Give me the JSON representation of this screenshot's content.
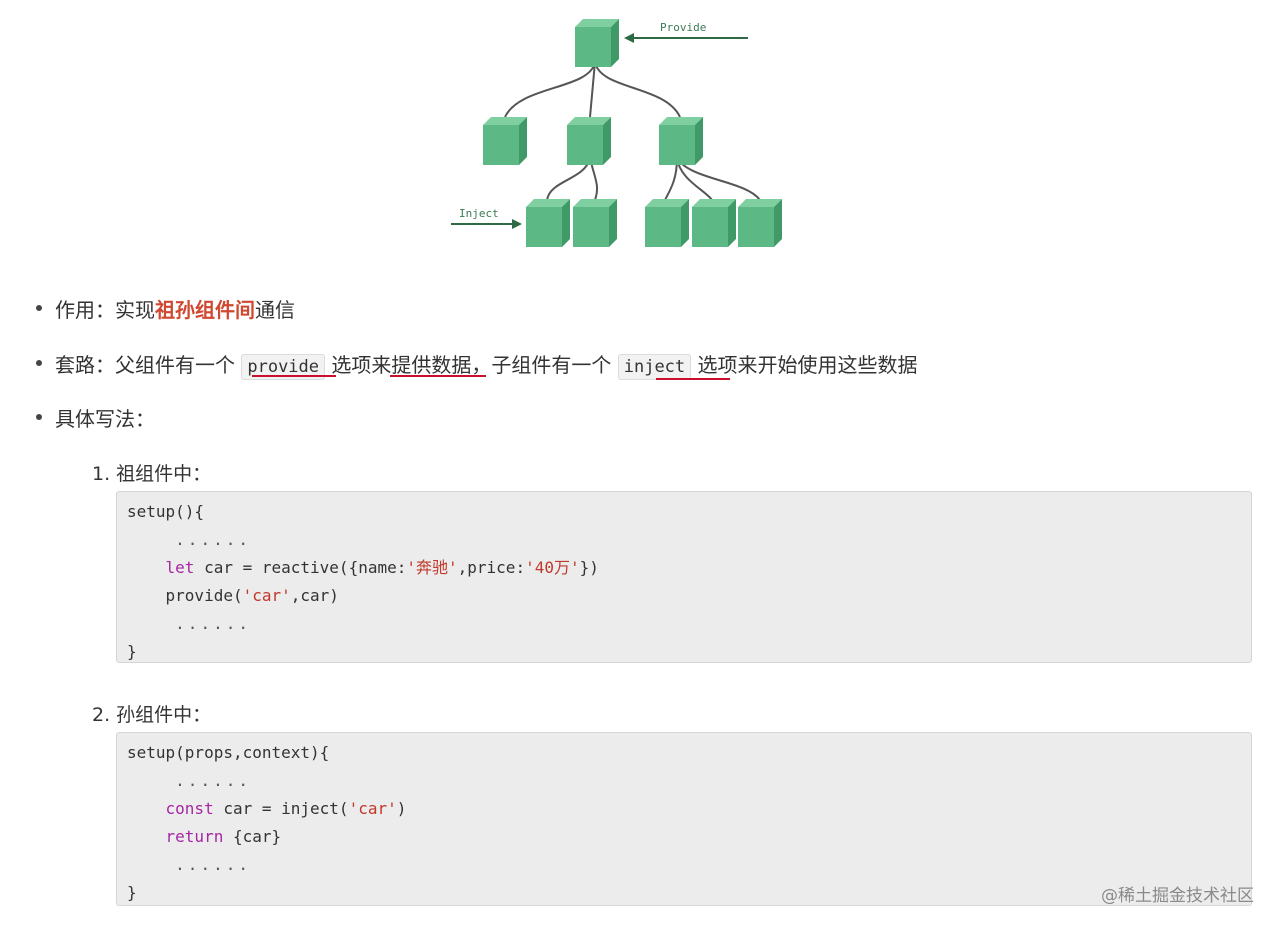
{
  "diagram": {
    "provide_label": "Provide",
    "inject_label": "Inject",
    "node_color": "#5cb885"
  },
  "bullets": [
    {
      "prefix": "作用：实现",
      "highlight": "祖孙组件间",
      "suffix": "通信"
    },
    {
      "t1": "套路：父组件有一个",
      "code1": "provide",
      "t2": "选项来提供数据，子组件有一个",
      "code2": "inject",
      "t3": "选项来开始使用这些数据"
    },
    {
      "text": "具体写法："
    }
  ],
  "steps": [
    {
      "label": "1. 祖组件中：",
      "code": {
        "l1": "setup(){",
        "l2": "......",
        "l3_kw": "let",
        "l3_a": " car = reactive({name:",
        "l3_s1": "'奔驰'",
        "l3_b": ",price:",
        "l3_s2": "'40万'",
        "l3_c": "})",
        "l4_a": "provide(",
        "l4_s": "'car'",
        "l4_b": ",car)",
        "l5": "......",
        "l6": "}"
      }
    },
    {
      "label": "2. 孙组件中：",
      "code": {
        "l1": "setup(props,context){",
        "l2": "......",
        "l3_kw": "const",
        "l3_a": " car = inject(",
        "l3_s": "'car'",
        "l3_b": ")",
        "l4_kw": "return",
        "l4_a": " {car}",
        "l5": "......",
        "l6": "}"
      }
    }
  ],
  "watermark": "@稀土掘金技术社区"
}
